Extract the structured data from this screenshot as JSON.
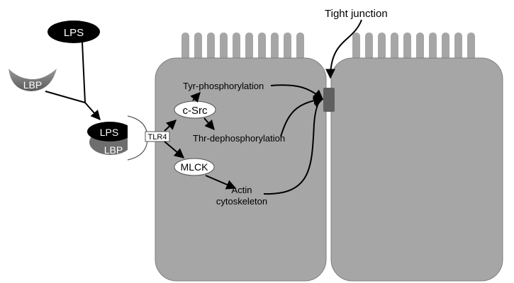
{
  "labels": {
    "tight_junction": "Tight junction",
    "lps_top": "LPS",
    "lbp_left": "LBP",
    "lps_complex": "LPS",
    "lbp_complex": "LBP",
    "tlr4": "TLR4",
    "c_src": "c-Src",
    "tyr": "Tyr-phosphorylation",
    "thr": "Thr-dephosphorylation",
    "mlck": "MLCK",
    "actin_line1": "Actin",
    "actin_line2": "cytoskeleton"
  },
  "colors": {
    "cell_fill": "#a6a6a6",
    "microvilli_fill": "#a6a6a6",
    "tight_junction_fill": "#606060",
    "lps_fill": "#000000",
    "lbp_fill": "#7a7a7a",
    "arrow_stroke": "#000000"
  }
}
